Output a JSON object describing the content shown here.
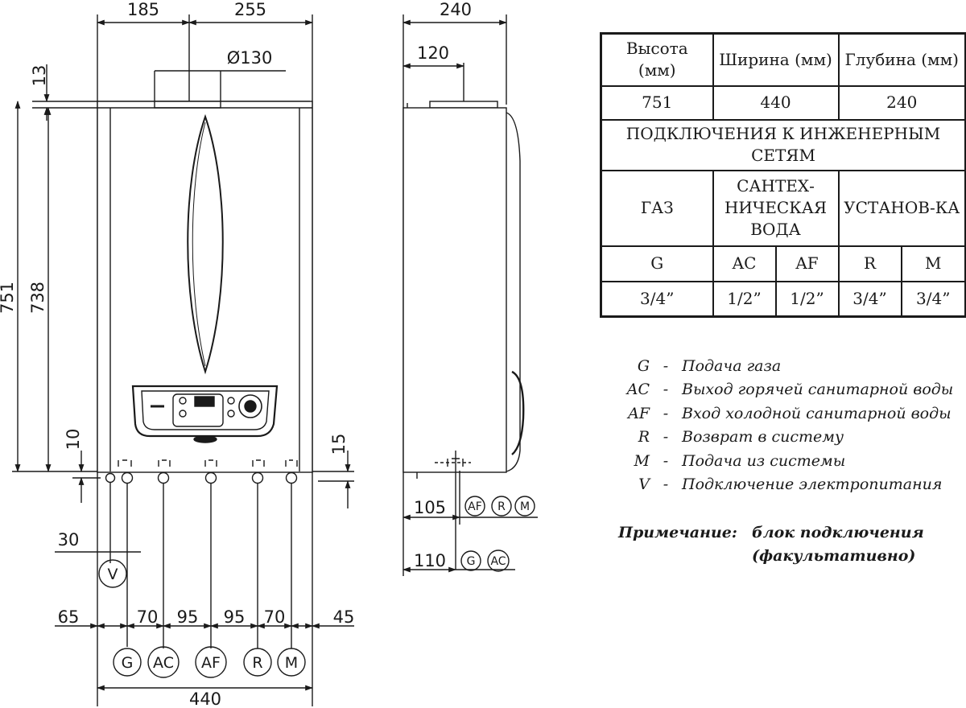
{
  "front_view": {
    "dimensions": {
      "top_left": "185",
      "top_right": "255",
      "flue_diameter": "Ø130",
      "top_offset": "13",
      "height_total": "751",
      "height_body": "738",
      "bottom_left": "10",
      "bottom_right": "15",
      "cable_offset": "30",
      "spacing_1": "65",
      "spacing_2": "70",
      "spacing_3": "95",
      "spacing_4": "95",
      "spacing_5": "70",
      "spacing_6": "45",
      "width_total": "440"
    },
    "connection_labels": [
      "G",
      "AC",
      "AF",
      "R",
      "M"
    ],
    "power_label": "V"
  },
  "side_view": {
    "dimensions": {
      "depth": "240",
      "flue_offset": "120",
      "offset_1": "105",
      "offset_2": "110"
    },
    "group_1_labels": [
      "AF",
      "R",
      "M"
    ],
    "group_2_labels": [
      "G",
      "AC"
    ]
  },
  "spec_table": {
    "headers": {
      "height": "Высота (мм)",
      "width": "Ширина (мм)",
      "depth": "Глубина (мм)"
    },
    "values": {
      "height": "751",
      "width": "440",
      "depth": "240"
    },
    "connections_title": "ПОДКЛЮЧЕНИЯ К ИНЖЕНЕРНЫМ СЕТЯМ",
    "groups": {
      "gas": "ГАЗ",
      "sanitary": "САНТЕХ-НИЧЕСКАЯ ВОДА",
      "installation": "УСТАНОВ-КА"
    },
    "codes": [
      "G",
      "AC",
      "AF",
      "R",
      "M"
    ],
    "sizes": [
      "3/4”",
      "1/2”",
      "1/2”",
      "3/4”",
      "3/4”"
    ]
  },
  "legend": [
    {
      "code": "G",
      "text": "Подача газа"
    },
    {
      "code": "AC",
      "text": "Выход горячей санитарной воды"
    },
    {
      "code": "AF",
      "text": "Вход холодной санитарной воды"
    },
    {
      "code": "R",
      "text": "Возврат в систему"
    },
    {
      "code": "M",
      "text": "Подача из системы"
    },
    {
      "code": "V",
      "text": "Подключение электропитания"
    }
  ],
  "note": {
    "label": "Примечание:",
    "text": "блок подключения (факультативно)"
  }
}
